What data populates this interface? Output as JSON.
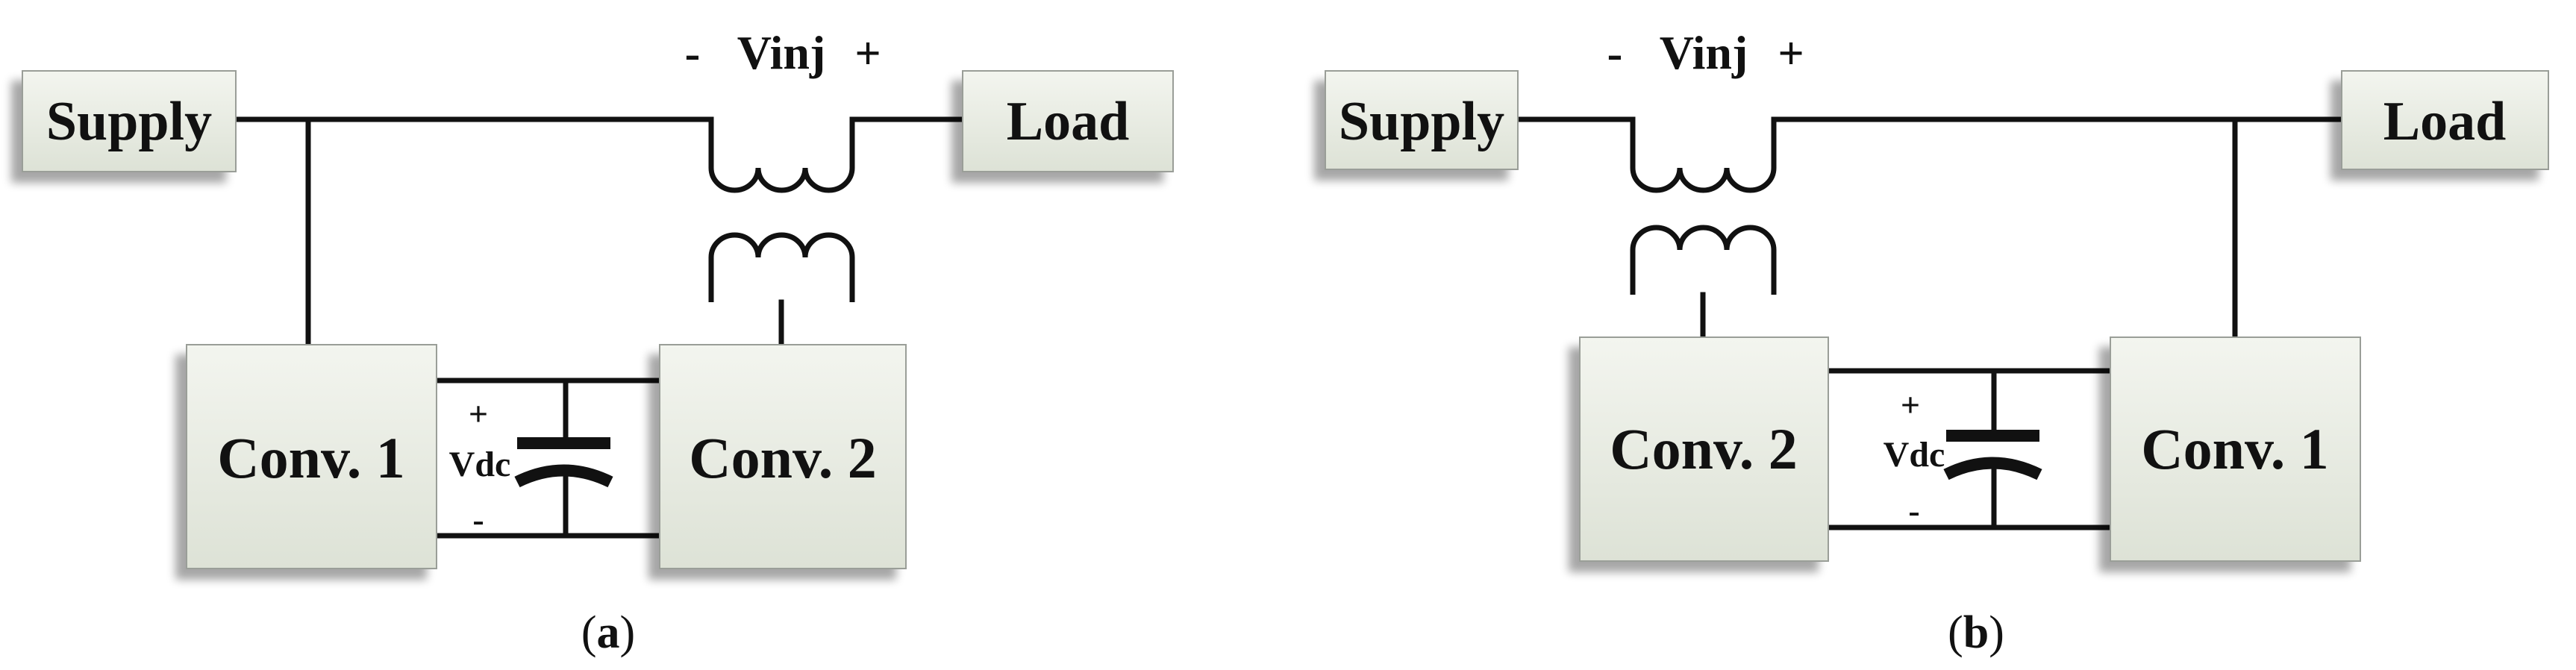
{
  "colors": {
    "block_fill_top": "#f2f4ee",
    "block_fill_bottom": "#dfe3d8",
    "block_stroke": "#9a9e98",
    "wire": "#111111",
    "shadow": "#c8c8c8"
  },
  "panel_a": {
    "supply": "Supply",
    "load": "Load",
    "conv1": "Conv. 1",
    "conv2": "Conv. 2",
    "vinj_minus": "-",
    "vinj": "Vinj",
    "vinj_plus": "+",
    "vdc": "Vdc",
    "vdc_plus": "+",
    "vdc_minus": "-",
    "caption_open": "(",
    "caption_letter": "a",
    "caption_close": ")"
  },
  "panel_b": {
    "supply": "Supply",
    "load": "Load",
    "conv1": "Conv. 1",
    "conv2": "Conv. 2",
    "vinj_minus": "-",
    "vinj": "Vinj",
    "vinj_plus": "+",
    "vdc": "Vdc",
    "vdc_plus": "+",
    "vdc_minus": "-",
    "caption_open": "(",
    "caption_letter": "b",
    "caption_close": ")"
  }
}
